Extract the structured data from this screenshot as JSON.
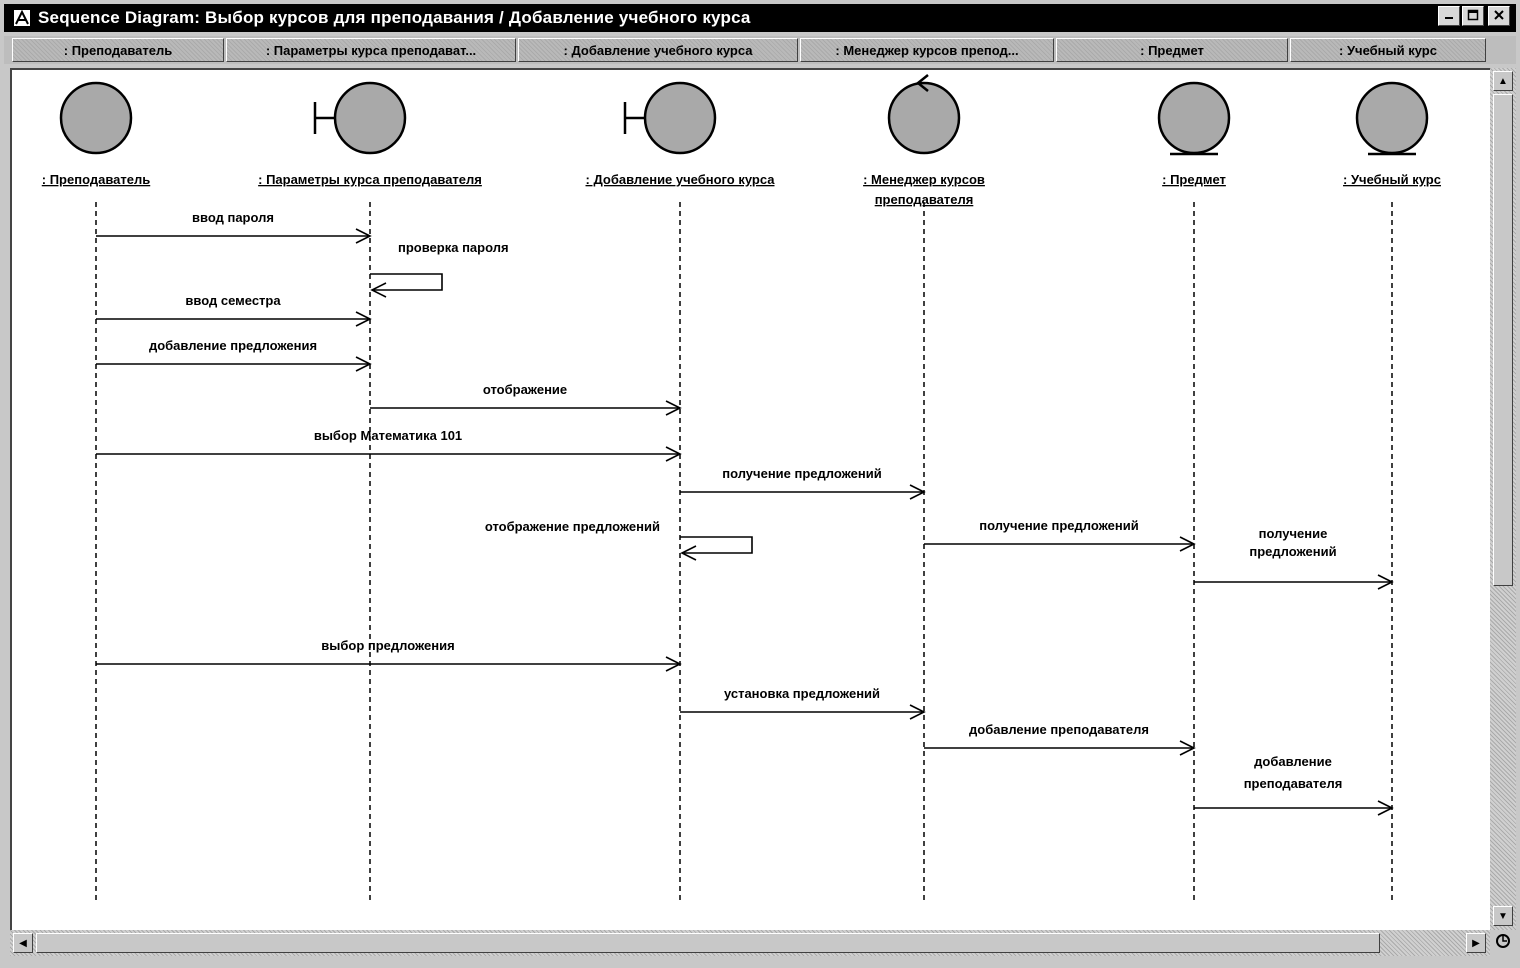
{
  "window": {
    "title": "Sequence Diagram: Выбор курсов для преподавания / Добавление учебного курса",
    "icon": "sequence-diagram-icon",
    "controls": [
      "minimize-icon",
      "maximize-icon",
      "close-icon"
    ]
  },
  "tabs": [
    {
      "label": ": Преподаватель"
    },
    {
      "label": ": Параметры курса преподават..."
    },
    {
      "label": ": Добавление учебного курса"
    },
    {
      "label": ": Менеджер курсов препод..."
    },
    {
      "label": ": Предмет"
    },
    {
      "label": ": Учебный курс"
    }
  ],
  "objects": [
    {
      "id": "teacher",
      "kind": "actor",
      "label": ": Преподаватель"
    },
    {
      "id": "params",
      "kind": "boundary",
      "label": ": Параметры курса преподавателя"
    },
    {
      "id": "add",
      "kind": "boundary",
      "label": ": Добавление учебного курса"
    },
    {
      "id": "manager",
      "kind": "control",
      "label_lines": [
        ": Менеджер курсов",
        "преподавателя"
      ]
    },
    {
      "id": "subject",
      "kind": "entity",
      "label": ": Предмет"
    },
    {
      "id": "course",
      "kind": "entity",
      "label": ": Учебный курс"
    }
  ],
  "messages": [
    {
      "from": "teacher",
      "to": "params",
      "label_lines": [
        "ввод пароля"
      ]
    },
    {
      "from": "params",
      "to": "params",
      "self": true,
      "label_lines": [
        "проверка пароля"
      ]
    },
    {
      "from": "teacher",
      "to": "params",
      "label_lines": [
        "ввод семестра"
      ]
    },
    {
      "from": "teacher",
      "to": "params",
      "label_lines": [
        "добавление предложения"
      ]
    },
    {
      "from": "params",
      "to": "add",
      "label_lines": [
        "отображение"
      ]
    },
    {
      "from": "teacher",
      "to": "add",
      "label_lines": [
        "выбор Математика 101"
      ]
    },
    {
      "from": "add",
      "to": "manager",
      "label_lines": [
        "получение предложений"
      ]
    },
    {
      "from": "add",
      "to": "add",
      "self": true,
      "label_lines": [
        "отображение предложений"
      ]
    },
    {
      "from": "manager",
      "to": "subject",
      "label_lines": [
        "получение предложений"
      ]
    },
    {
      "from": "subject",
      "to": "course",
      "label_lines": [
        "получение",
        "предложений"
      ]
    },
    {
      "from": "teacher",
      "to": "add",
      "label_lines": [
        "выбор предложения"
      ]
    },
    {
      "from": "add",
      "to": "manager",
      "label_lines": [
        "установка предложений"
      ]
    },
    {
      "from": "manager",
      "to": "subject",
      "label_lines": [
        "добавление преподавателя"
      ]
    },
    {
      "from": "subject",
      "to": "course",
      "label_lines": [
        "добавление",
        "преподавателя"
      ]
    }
  ],
  "scrollbars": {
    "vertical_icons": [
      "scroll-up-icon",
      "scroll-down-icon"
    ],
    "horizontal_icons": [
      "scroll-left-icon",
      "scroll-right-icon"
    ]
  },
  "colors": {
    "object_fill": "#a9a9a9",
    "line": "#000000",
    "titlebar": "#000000"
  }
}
